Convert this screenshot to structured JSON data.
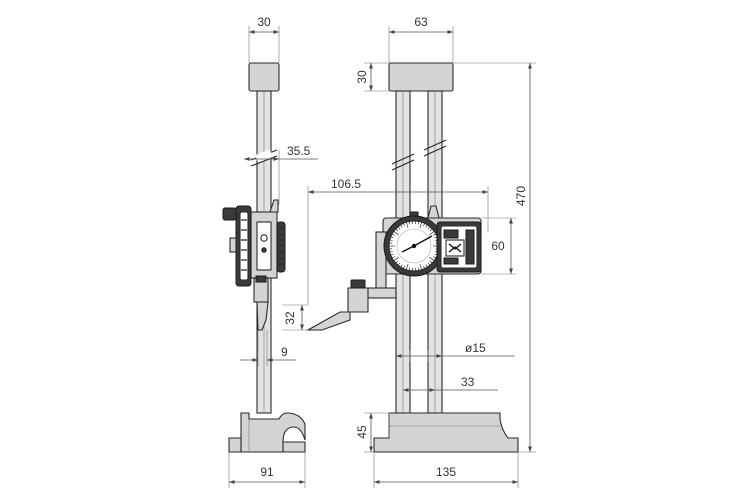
{
  "drawing": {
    "side_view": {
      "width_top_label": "30",
      "slider_depth_label": "35.5",
      "scriber_label": "9",
      "base_width_label": "91"
    },
    "front_view": {
      "top_width_label": "63",
      "top_height_label": "30",
      "reach_label": "106.5",
      "dial_height_label": "60",
      "scriber_height_label": "32",
      "column_diameter_label": "ø15",
      "column_spacing_label": "33",
      "base_height_label": "45",
      "base_width_label": "135",
      "total_height_label": "470"
    },
    "dial": {
      "graduation_count": 50
    }
  }
}
